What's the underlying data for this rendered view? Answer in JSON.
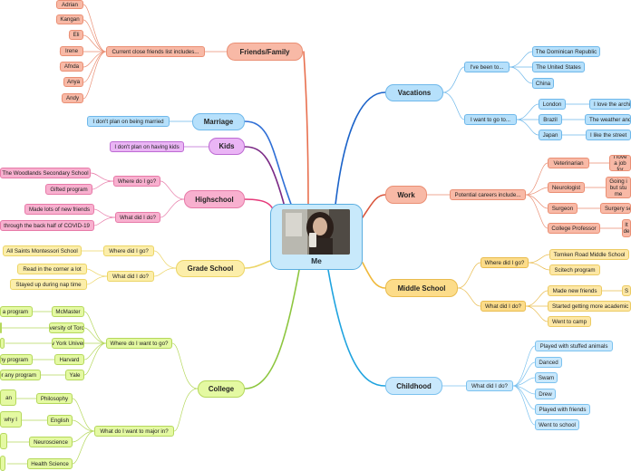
{
  "center": {
    "label": "Me",
    "photo_icon": "portrait-photo"
  },
  "friends_family": {
    "title": "Friends/Family",
    "group": "Current close friends list includes...",
    "names": [
      "Adrian",
      "Kangan",
      "Eli",
      "Irene",
      "Afnda",
      "Anya",
      "Andy"
    ]
  },
  "marriage": {
    "title": "Marriage",
    "item": "I don't plan on being married"
  },
  "kids": {
    "title": "Kids",
    "item": "I don't plan on having kids"
  },
  "highschool": {
    "title": "Highschool",
    "where_q": "Where do I go?",
    "where_items": [
      "The Woodlands Secondary School",
      "Gifted program"
    ],
    "did_q": "What did I do?",
    "did_items": [
      "Made lots of new friends",
      "through the back half of COVID-19"
    ]
  },
  "grade_school": {
    "title": "Grade School",
    "where_q": "Where did I go?",
    "where_item": "All Saints Montessori School",
    "did_q": "What did I do?",
    "did_items": [
      "Read in the corner a lot",
      "Stayed up during nap time"
    ]
  },
  "college": {
    "title": "College",
    "want_q": "Where do I want to go?",
    "schools": [
      "McMaster",
      "University of Toronto",
      "New York University",
      "Harvard",
      "Yale"
    ],
    "school_details": [
      "a program",
      "",
      "",
      "ny program",
      "or any program"
    ],
    "major_q": "What do I want to major in?",
    "majors": [
      "Philosophy",
      "English",
      "Neuroscience",
      "Health Science"
    ],
    "major_details": [
      "an",
      "why I",
      "",
      ""
    ]
  },
  "vacations": {
    "title": "Vacations",
    "been_q": "I've been to...",
    "been_items": [
      "The Dominican Republic",
      "The United States",
      "China"
    ],
    "want_q": "I want to go to...",
    "want_items": [
      "London",
      "Brazil",
      "Japan"
    ],
    "want_details": [
      "I love the archi",
      "The weather and",
      "I like the street"
    ]
  },
  "work": {
    "title": "Work",
    "group": "Potential careers include...",
    "careers": [
      "Veterinarian",
      "Neurologist",
      "Surgeon",
      "College Professor"
    ],
    "career_details": [
      "I love a job for",
      "Going i but stu me",
      "Surgery se",
      "It de"
    ]
  },
  "middle_school": {
    "title": "Middle School",
    "where_q": "Where did I go?",
    "where_items": [
      "Tomken Road Middle School",
      "Scitech program"
    ],
    "did_q": "What did I do?",
    "did_items": [
      "Made new friends",
      "Started getting more academic",
      "Went to camp"
    ],
    "did_detail": "S"
  },
  "childhood": {
    "title": "Childhood",
    "did_q": "What did I do?",
    "did_items": [
      "Played with stuffed animals",
      "Danced",
      "Swam",
      "Drew",
      "Played with friends",
      "Went to school"
    ]
  }
}
